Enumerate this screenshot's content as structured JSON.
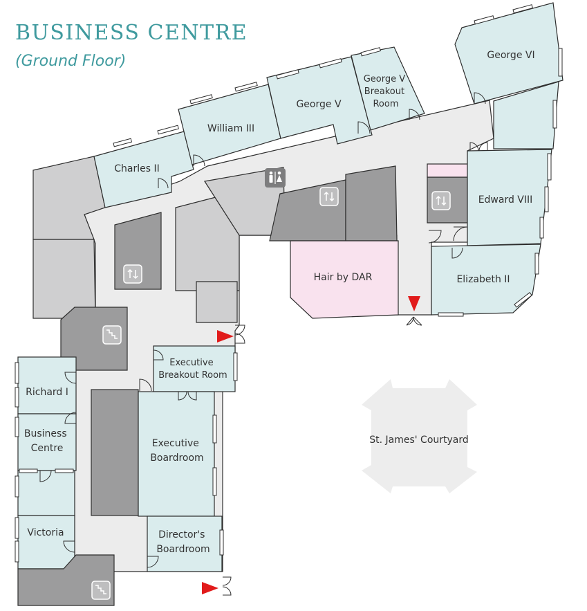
{
  "header": {
    "title": "BUSINESS CENTRE",
    "subtitle": "(Ground Floor)"
  },
  "rooms": {
    "george_vi": "George VI",
    "george_v": "George V",
    "george_v_breakout": [
      "George V",
      "Breakout",
      "Room"
    ],
    "william_iii": "William III",
    "charles_ii": "Charles II",
    "edward_viii": "Edward VIII",
    "elizabeth_ii": "Elizabeth II",
    "hair_by_dar": "Hair by DAR",
    "executive_breakout": [
      "Executive",
      "Breakout Room"
    ],
    "richard_i": "Richard I",
    "business_centre": [
      "Business",
      "Centre"
    ],
    "executive_boardroom": [
      "Executive",
      "Boardroom"
    ],
    "victoria": "Victoria",
    "directors_boardroom": [
      "Director's",
      "Boardroom"
    ],
    "courtyard": "St. James' Courtyard"
  },
  "icons": {
    "lift": "lift-icon",
    "stairs": "stairs-icon",
    "toilets": "toilets-icon",
    "entrance": "entrance-arrow-icon"
  },
  "colors": {
    "title": "#3f9a9e",
    "meeting_room": "#daeced",
    "corridor": "#ececec",
    "service_light": "#cfcfd0",
    "service_dark": "#9c9c9d",
    "retail": "#f9e2ee",
    "entrance_arrow": "#e11b1b"
  }
}
